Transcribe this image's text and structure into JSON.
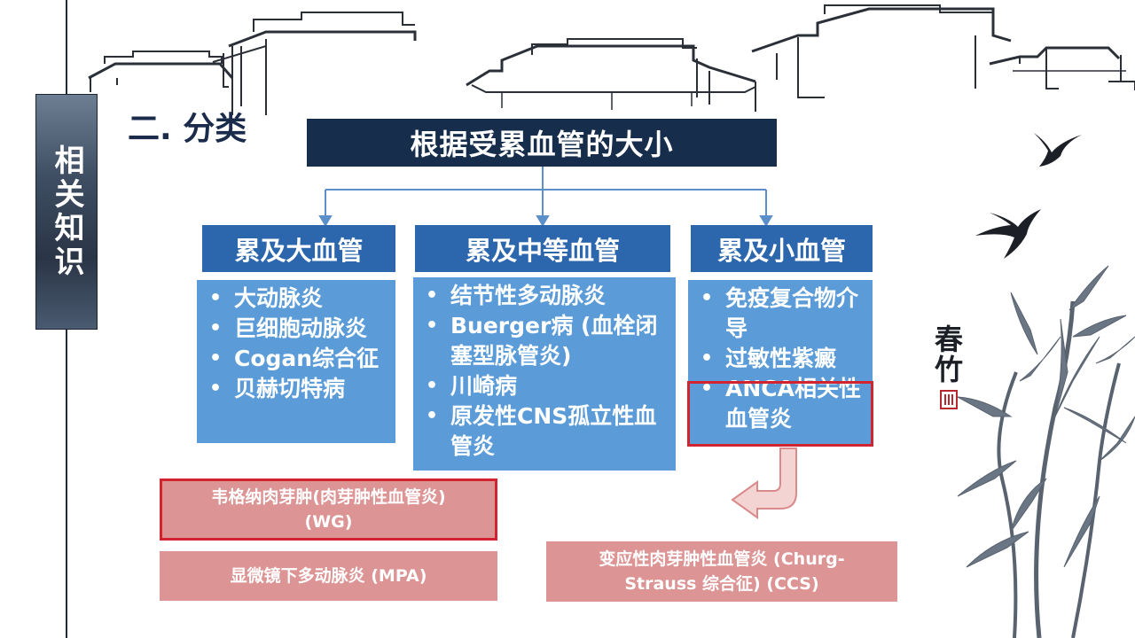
{
  "sidebar": {
    "tab_label": "相关知识"
  },
  "section": {
    "title": "二. 分类"
  },
  "header": {
    "title": "根据受累血管的大小"
  },
  "categories": [
    {
      "label": "累及大血管",
      "items": [
        "大动脉炎",
        "巨细胞动脉炎",
        "Cogan综合征",
        "贝赫切特病"
      ]
    },
    {
      "label": "累及中等血管",
      "items": [
        "结节性多动脉炎",
        "Buerger病 (血栓闭塞型脉管炎)",
        "川崎病",
        "原发性CNS孤立性血管炎"
      ]
    },
    {
      "label": "累及小血管",
      "items": [
        "免疫复合物介导",
        "过敏性紫癜",
        "ANCA相关性血管炎"
      ]
    }
  ],
  "anca_subtypes": [
    {
      "line1": "韦格纳肉芽肿(肉芽肿性血管炎)",
      "line2": "(WG)"
    },
    {
      "line1": "显微镜下多动脉炎 (MPA)",
      "line2": ""
    },
    {
      "line1": "变应性肉芽肿性血管炎 (Churg-",
      "line2": "Strauss 综合征) (CCS)"
    }
  ],
  "decoration": {
    "calligraphy": "春竹"
  },
  "colors": {
    "header_navy": "#162d4c",
    "category_blue": "#2c67ad",
    "list_blue": "#5a9bd8",
    "highlight_red": "#d22330",
    "subtype_pink": "#dc9494"
  }
}
